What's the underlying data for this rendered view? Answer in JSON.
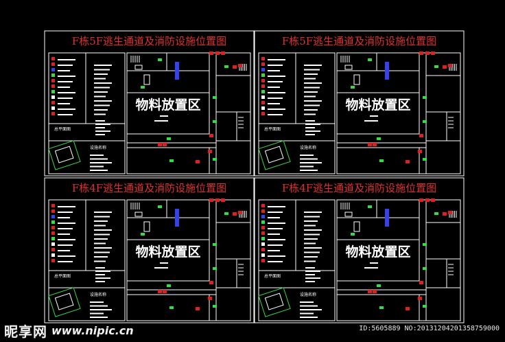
{
  "panels": [
    {
      "title": "F栋5F逃生通道及消防设施位置图",
      "area_label": "物料放置区",
      "plan_label": "总平面图",
      "legend_label": "设施名称"
    },
    {
      "title": "F栋5F逃生通道及消防设施位置图",
      "area_label": "物料放置区",
      "plan_label": "总平面图",
      "legend_label": "设施名称"
    },
    {
      "title": "F栋4F逃生通道及消防设施位置图",
      "area_label": "物料放置区",
      "plan_label": "总平面图",
      "legend_label": "设施名称"
    },
    {
      "title": "F栋4F逃生通道及消防设施位置图",
      "area_label": "物料放置区",
      "plan_label": "总平面图",
      "legend_label": "设施名称"
    }
  ],
  "watermark": {
    "logo": "昵享网",
    "url": "www.nipic.cn",
    "id_text": "ID:5605889 NO:20131204201358759000"
  },
  "colors": {
    "background": "#000000",
    "lines": "#ffffff",
    "title": "#e03030",
    "exit_sign": "#33dd44",
    "extinguisher": "#dd2020",
    "hydrant": "#3344ee"
  }
}
